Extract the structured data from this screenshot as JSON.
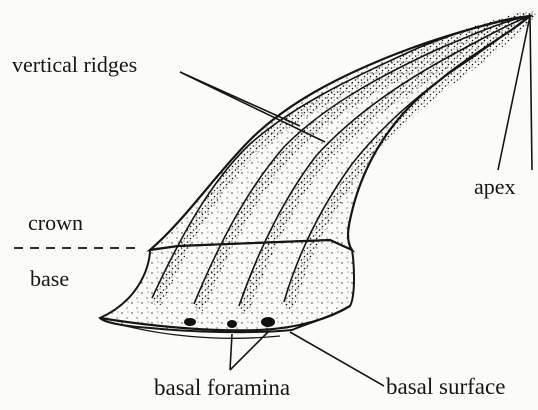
{
  "labels": {
    "vertical_ridges": "vertical ridges",
    "apex": "apex",
    "crown": "crown",
    "base": "base",
    "basal_foramina": "basal foramina",
    "basal_surface": "basal surface"
  },
  "colors": {
    "ink": "#161616",
    "paper": "#fbfbf8"
  }
}
